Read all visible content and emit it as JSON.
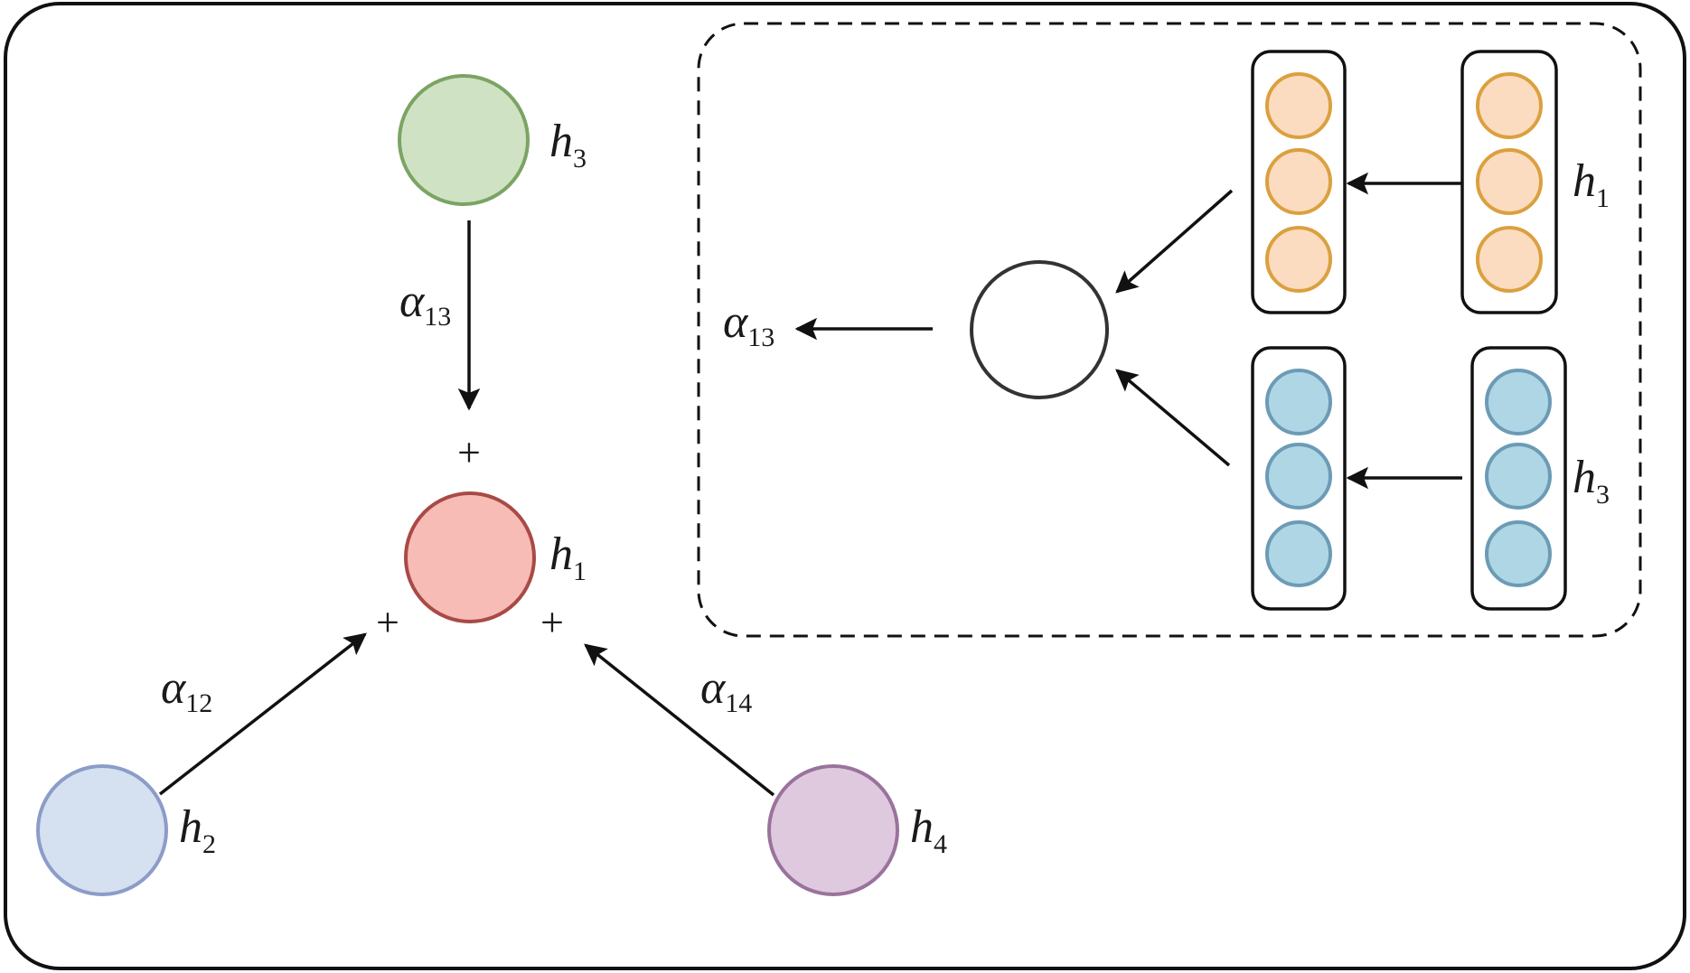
{
  "diagram": {
    "description": "Graph attention aggregation: neighbor nodes h2, h3, h4 send weighted messages to h1; inset shows how attention coefficient alpha13 is computed from h1 and h3.",
    "main_graph": {
      "nodes": [
        {
          "id": "h1",
          "label": "h",
          "subscript": "1",
          "fill": "#f8bcb7",
          "stroke": "#a94a46"
        },
        {
          "id": "h2",
          "label": "h",
          "subscript": "2",
          "fill": "#d5e0f0",
          "stroke": "#8c9cc8"
        },
        {
          "id": "h3",
          "label": "h",
          "subscript": "3",
          "fill": "#d0e2c4",
          "stroke": "#7ba464"
        },
        {
          "id": "h4",
          "label": "h",
          "subscript": "4",
          "fill": "#dfc9de",
          "stroke": "#9a739c"
        }
      ],
      "edges": [
        {
          "from": "h3",
          "to": "h1",
          "weight_label": "α",
          "weight_subscript": "13"
        },
        {
          "from": "h2",
          "to": "h1",
          "weight_label": "α",
          "weight_subscript": "12"
        },
        {
          "from": "h4",
          "to": "h1",
          "weight_label": "α",
          "weight_subscript": "14"
        }
      ],
      "aggregation_symbol": "+"
    },
    "inset": {
      "output_label": "α",
      "output_subscript": "13",
      "vectors": [
        {
          "id": "h1",
          "label": "h",
          "subscript": "1",
          "units": 3,
          "fill": "#fcdcc0",
          "stroke": "#dba03f"
        },
        {
          "id": "h3",
          "label": "h",
          "subscript": "3",
          "units": 3,
          "fill": "#aed6e4",
          "stroke": "#6c9bb5"
        }
      ],
      "scoring_node": {
        "fill": "#ffffff",
        "stroke": "#333333"
      }
    },
    "colors": {
      "line": "#111111",
      "border": "#111111"
    }
  }
}
